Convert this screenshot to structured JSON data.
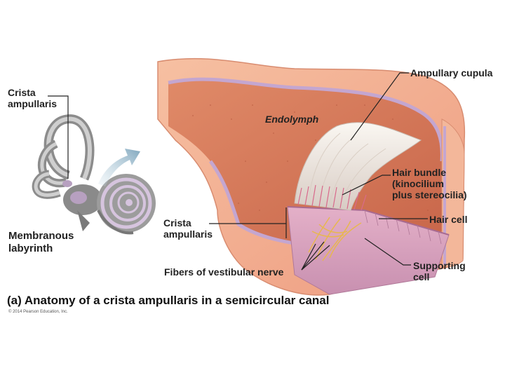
{
  "labels": {
    "crista_ampullaris_left": [
      "Crista",
      "ampullaris"
    ],
    "membranous_labyrinth": [
      "Membranous",
      "labyrinth"
    ],
    "endolymph": "Endolymph",
    "ampullary_cupula": "Ampullary cupula",
    "hair_bundle": [
      "Hair bundle",
      "(kinocilium",
      "plus stereocilia)"
    ],
    "hair_cell": "Hair cell",
    "crista_ampullaris_right": [
      "Crista",
      "ampullaris"
    ],
    "supporting_cell": [
      "Supporting",
      "cell"
    ],
    "fibers_vestibular_nerve": "Fibers of vestibular nerve"
  },
  "caption": "(a) Anatomy of a crista ampullaris in a semicircular canal",
  "copyright": "© 2014 Pearson Education, Inc.",
  "colors": {
    "canal_wall": "#f0a88a",
    "canal_interior": "#d9785a",
    "membrane": "#b8a0c8",
    "cupula": "#f2ece4",
    "crista_tissue": "#d8a8c0",
    "nerve_fibers": "#e8b84a",
    "labyrinth": "#9a9a9a",
    "arrow": "#8fb3c8"
  }
}
